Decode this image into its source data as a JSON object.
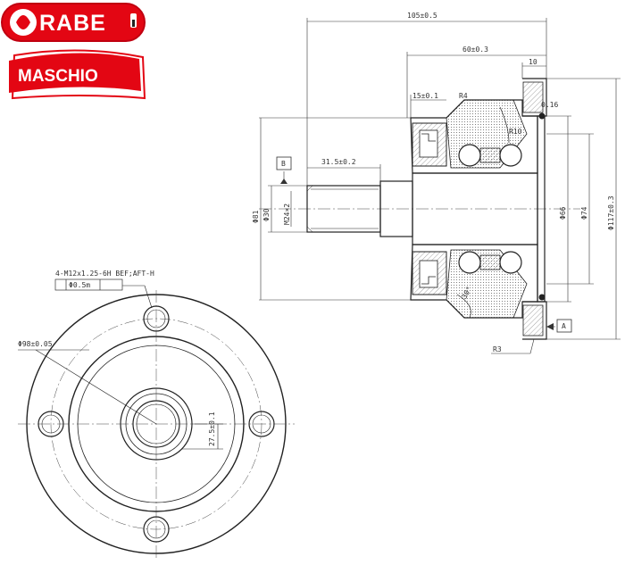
{
  "logos": {
    "rabe_text": "RABE",
    "maschio_text": "MASCHIO",
    "rabe_color": "#e30613",
    "maschio_color": "#e30613"
  },
  "datums": {
    "a": "A",
    "b": "B"
  },
  "dimensions": {
    "overall_length": "105±0.5",
    "flange_to_bearing": "60±0.3",
    "flange_thickness": "10",
    "seal_offset": "15±0.1",
    "radius_r4": "R4",
    "radius_r10": "R10",
    "radius_r3": "R3",
    "chamfer_016": "0.16",
    "stub_length": "31.5±0.2",
    "dia_81": "Φ81",
    "dia_30": "Φ30",
    "thread": "M24×2",
    "dia_66": "Φ66",
    "dia_74": "Φ74",
    "dia_117": "Φ117±0.3",
    "angle_30": "30°",
    "bolt_circle": "Φ98±0.05",
    "hole_spec": "4-M12x1.25-6H BEF;AFT-H",
    "position_tol": "Φ0.5m",
    "hub_offset": "27.5±0.1"
  }
}
